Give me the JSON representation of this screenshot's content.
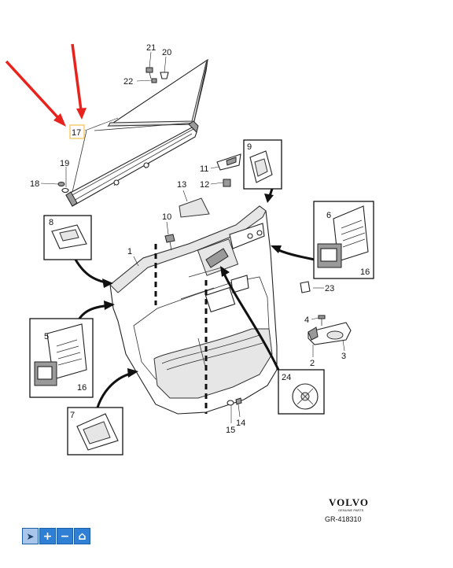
{
  "callouts": {
    "c1": "1",
    "c2": "2",
    "c3": "3",
    "c4": "4",
    "c5": "5",
    "c6": "6",
    "c7": "7",
    "c8": "8",
    "c9": "9",
    "c10": "10",
    "c11": "11",
    "c12": "12",
    "c13": "13",
    "c14": "14",
    "c15": "15",
    "c16a": "16",
    "c16b": "16",
    "c17": "17",
    "c18": "18",
    "c19": "19",
    "c20": "20",
    "c21": "21",
    "c22": "22",
    "c23": "23",
    "c24": "24"
  },
  "brand": {
    "name": "VOLVO",
    "tagline": "GENUINE PARTS"
  },
  "reference": "GR-418310",
  "colors": {
    "highlight_arrow": "#e8231d",
    "callout_box": "#f2c14e",
    "toolbar": "#2f7fd4"
  },
  "toolbar": {
    "buttons": [
      {
        "icon": "pointer-icon",
        "glyph": "➤"
      },
      {
        "icon": "zoom-in-icon",
        "glyph": "+"
      },
      {
        "icon": "zoom-out-icon",
        "glyph": "−"
      },
      {
        "icon": "home-icon",
        "glyph": "⌂"
      }
    ]
  }
}
